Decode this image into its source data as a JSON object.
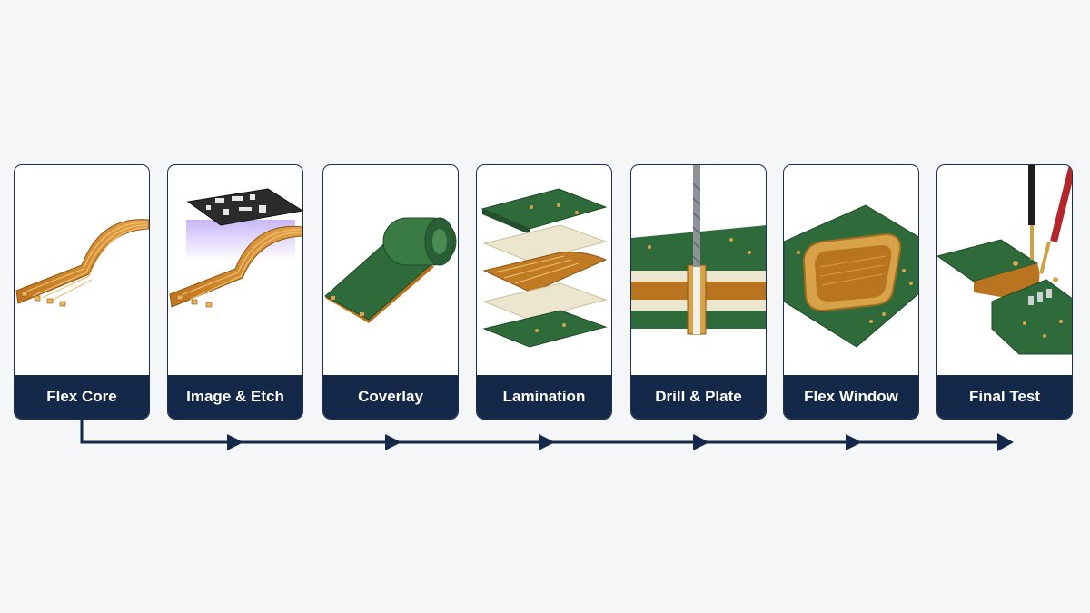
{
  "steps": [
    {
      "label": "Flex Core"
    },
    {
      "label": "Image & Etch"
    },
    {
      "label": "Coverlay"
    },
    {
      "label": "Lamination"
    },
    {
      "label": "Drill & Plate"
    },
    {
      "label": "Flex Window"
    },
    {
      "label": "Final Test"
    }
  ],
  "colors": {
    "navy": "#14284a",
    "copper": "#c98a2e",
    "polyimide": "#b8741f",
    "pcb_green": "#2f6a3a",
    "prepreg": "#ece6cf",
    "uv_glow": "#9a7cf0"
  },
  "icons": [
    "flex-core-icon",
    "image-etch-icon",
    "coverlay-icon",
    "lamination-icon",
    "drill-plate-icon",
    "flex-window-icon",
    "final-test-icon"
  ]
}
